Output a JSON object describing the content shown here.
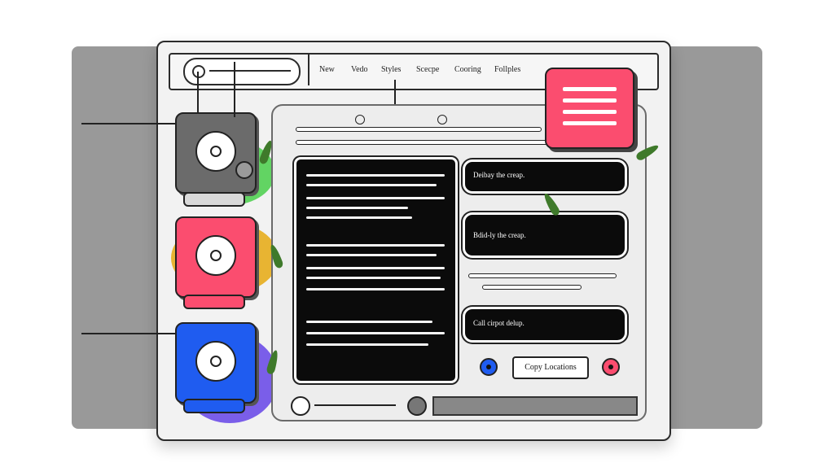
{
  "nav": {
    "items": [
      "New",
      "Vedo",
      "Styles",
      "Scecpe",
      "Cooring",
      "Follples"
    ]
  },
  "messages": [
    {
      "text": "Deibay the creap."
    },
    {
      "text": "Bdid-ly the creap."
    },
    {
      "text": "Call cirpot delup."
    }
  ],
  "actions": {
    "copy_label": "Copy Locations"
  },
  "colors": {
    "gray_tile": "#6b6b6b",
    "pink_tile": "#fb4d6f",
    "blue_tile": "#1f5cf0",
    "purple_blob": "#9b53e8",
    "green_blob": "#62d463",
    "yellow_blob": "#e8b432",
    "accent_blue": "#1f5cf0",
    "accent_pink": "#fb4d6f"
  },
  "icons": [
    "search-icon",
    "camera-icon",
    "record-icon",
    "play-icon",
    "note-icon"
  ]
}
